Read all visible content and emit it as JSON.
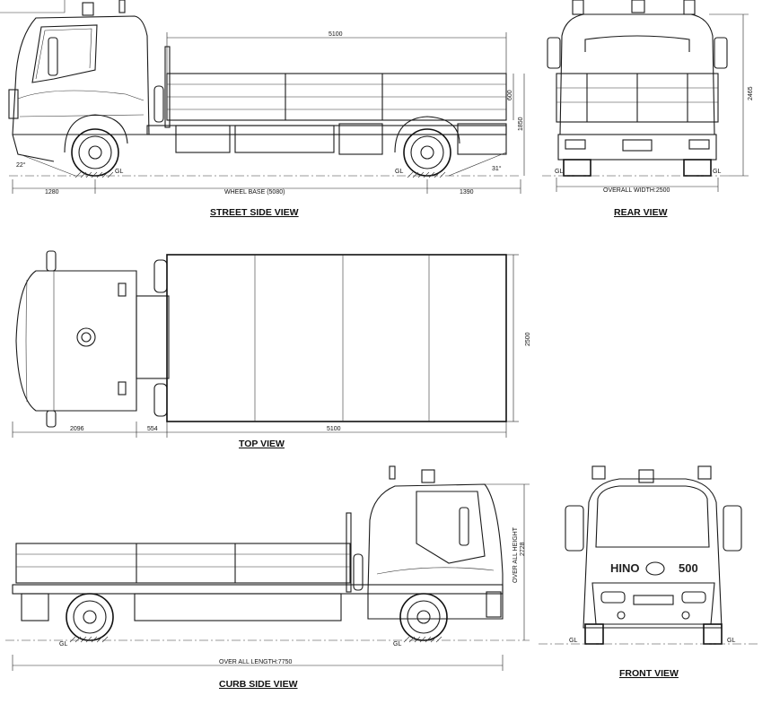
{
  "views": {
    "street_side": {
      "title": "STREET SIDE VIEW"
    },
    "rear": {
      "title": "REAR VIEW"
    },
    "top": {
      "title": "TOP VIEW"
    },
    "curb_side": {
      "title": "CURB SIDE VIEW"
    },
    "front": {
      "title": "FRONT  VIEW"
    }
  },
  "dimensions": {
    "body_length": "5100",
    "body_length_top": "5100",
    "side_height": "600",
    "deck_height": "1850",
    "front_overhang": "1280",
    "wheel_base": "WHEEL BASE (5080)",
    "rear_overhang": "1390",
    "approach_angle": "22°",
    "departure_angle": "31°",
    "overall_height_rear": "2465",
    "overall_width": "OVERALL WIDTH:2500",
    "body_width": "2500",
    "cab_length": "2096",
    "cab_gap": "554",
    "overall_height_label": "OVER ALL HEIGHT",
    "overall_height_value": "2728",
    "overall_length": "OVER ALL LENGTH:7750"
  },
  "ground_label": "GL",
  "branding": {
    "make": "HINO",
    "model": "500"
  }
}
